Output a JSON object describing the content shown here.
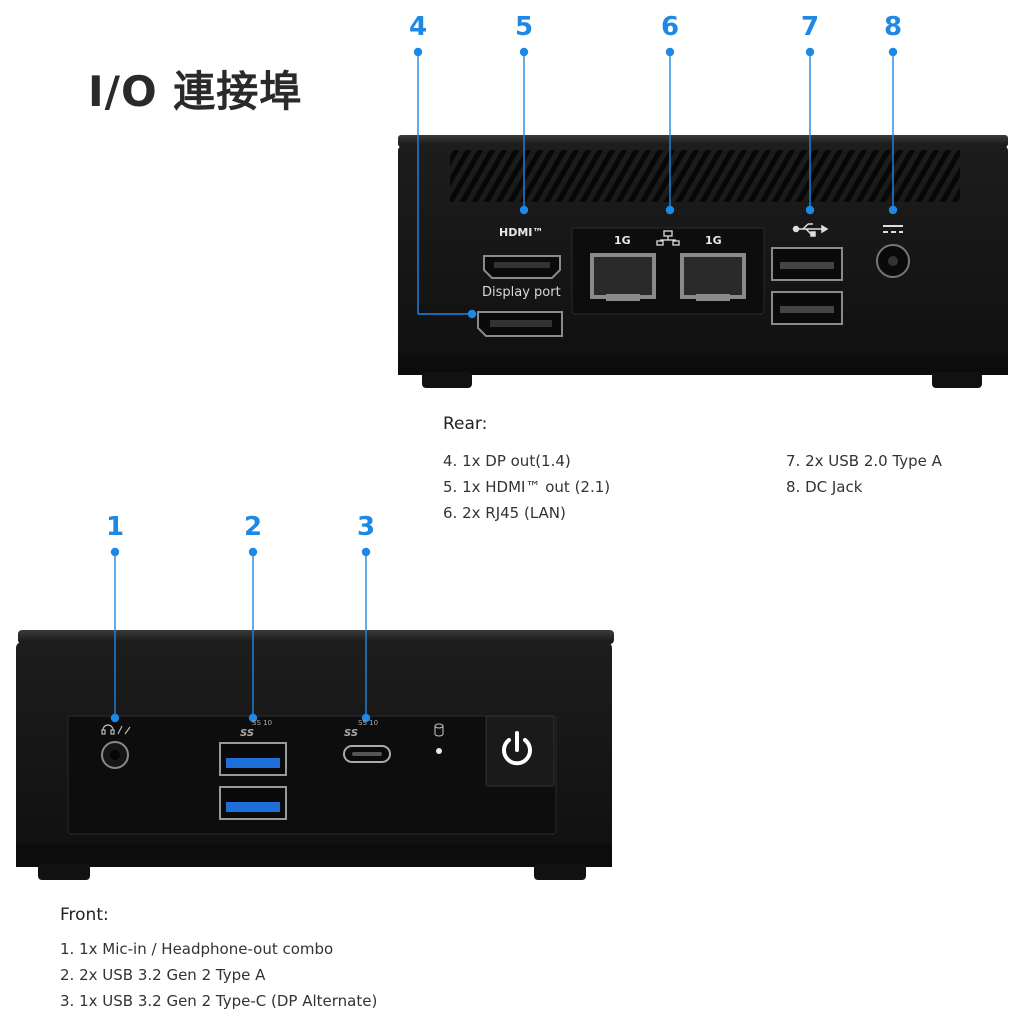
{
  "title": "I/O 連接埠",
  "accent_color": "#1e88e5",
  "device_color": "#1c1c1c",
  "callouts": {
    "rear": [
      "4",
      "5",
      "6",
      "7",
      "8"
    ],
    "front": [
      "1",
      "2",
      "3"
    ]
  },
  "rear_panel": {
    "hdmi_logo": "HDMI™",
    "lan_speed_left": "1G",
    "lan_speed_right": "1G",
    "displayport_label": "Display port",
    "icons": [
      "network-icon",
      "usb-icon",
      "dc-power-icon"
    ]
  },
  "front_panel": {
    "usbc_badge": "SS 10",
    "usba_badge": "SS 10",
    "icons": [
      "headset-mic-icon",
      "power-button-icon",
      "storage-led-icon"
    ]
  },
  "rear_specs": {
    "heading": "Rear:",
    "col1": [
      "4. 1x DP out(1.4)",
      "5. 1x HDMI™ out (2.1)",
      "6. 2x RJ45 (LAN)"
    ],
    "col2": [
      "7. 2x USB 2.0 Type A",
      "8. DC Jack"
    ]
  },
  "front_specs": {
    "heading": "Front:",
    "items": [
      "1. 1x Mic-in / Headphone-out combo",
      "2. 2x USB 3.2 Gen 2 Type A",
      "3. 1x USB 3.2 Gen 2 Type-C (DP Alternate)"
    ]
  }
}
